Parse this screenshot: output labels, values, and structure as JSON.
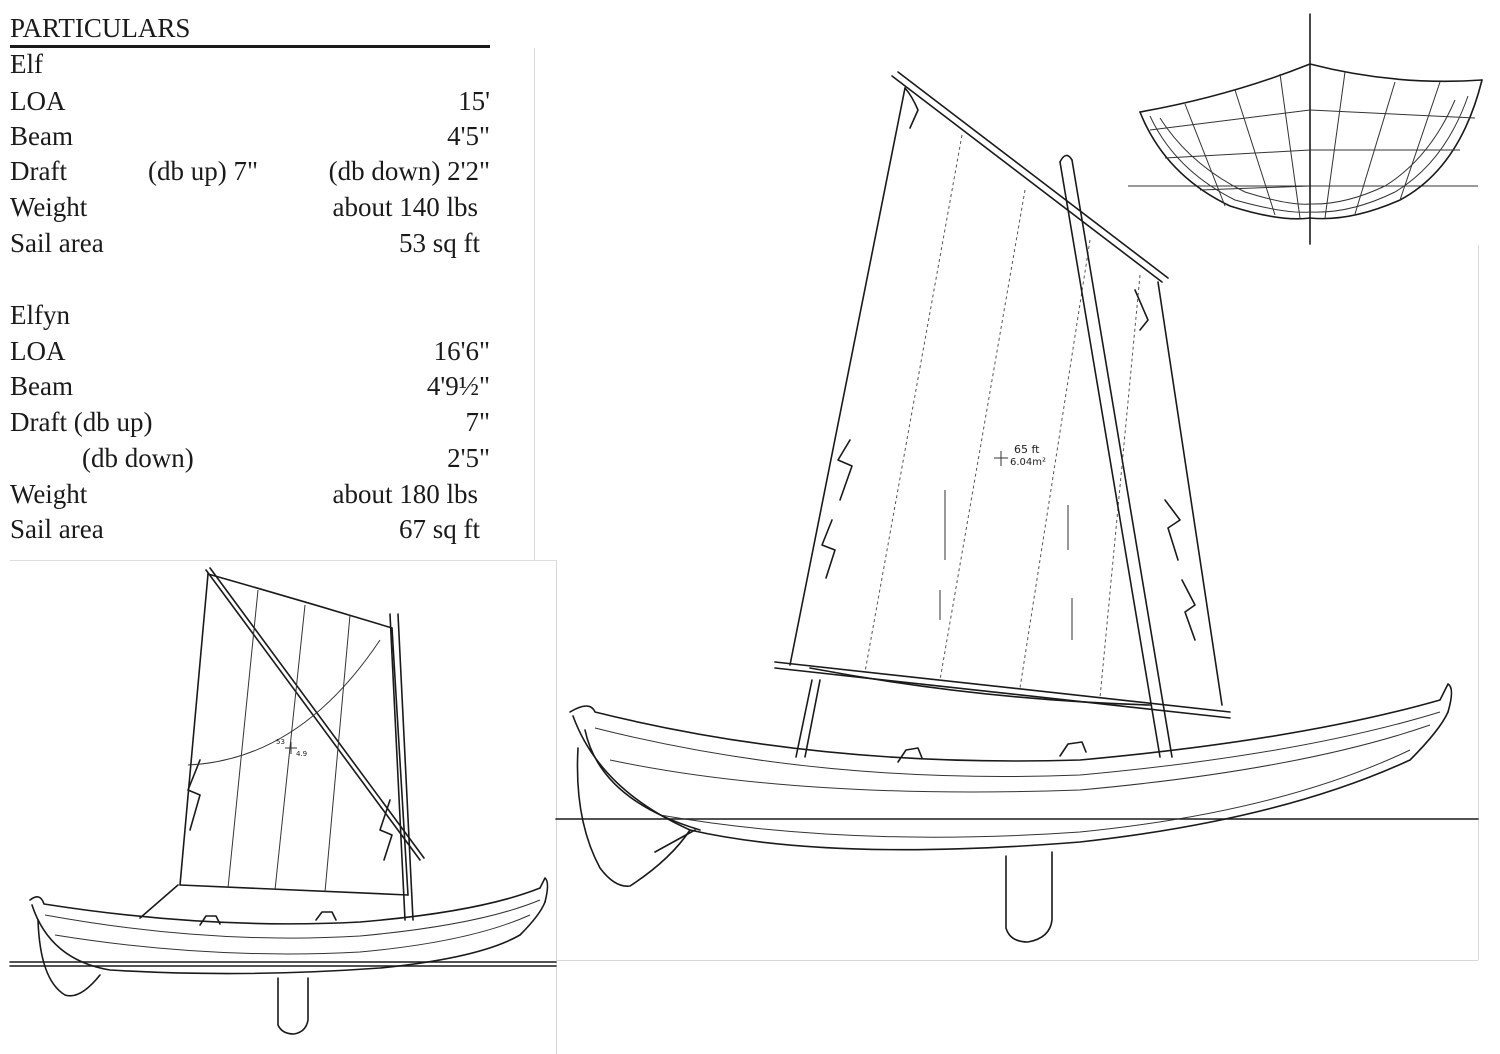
{
  "particulars": {
    "heading": "PARTICULARS",
    "elf": {
      "name": "Elf",
      "loa_label": "LOA",
      "loa_value": "15'",
      "beam_label": "Beam",
      "beam_value": "4'5\"",
      "draft_label": "Draft",
      "draft_up_label": "(db up) 7\"",
      "draft_down_label": "(db down) 2'2\"",
      "weight_label": "Weight",
      "weight_value": "about 140 lbs",
      "sail_label": "Sail area",
      "sail_value": "53 sq ft"
    },
    "elfyn": {
      "name": "Elfyn",
      "loa_label": "LOA",
      "loa_value": "16'6\"",
      "beam_label": "Beam",
      "beam_value": "4'9½\"",
      "draft_up_label": "Draft (db up)",
      "draft_up_value": "7\"",
      "draft_down_label": "(db down)",
      "draft_down_value": "2'5\"",
      "weight_label": "Weight",
      "weight_value": "about 180 lbs",
      "sail_label": "Sail area",
      "sail_value": "67 sq ft"
    }
  },
  "drawings": {
    "large_sail_note_top": "65 ft",
    "large_sail_note_bottom": "6.04m²",
    "small_sail_note_top": "53",
    "small_sail_note_bottom": "4.9"
  }
}
